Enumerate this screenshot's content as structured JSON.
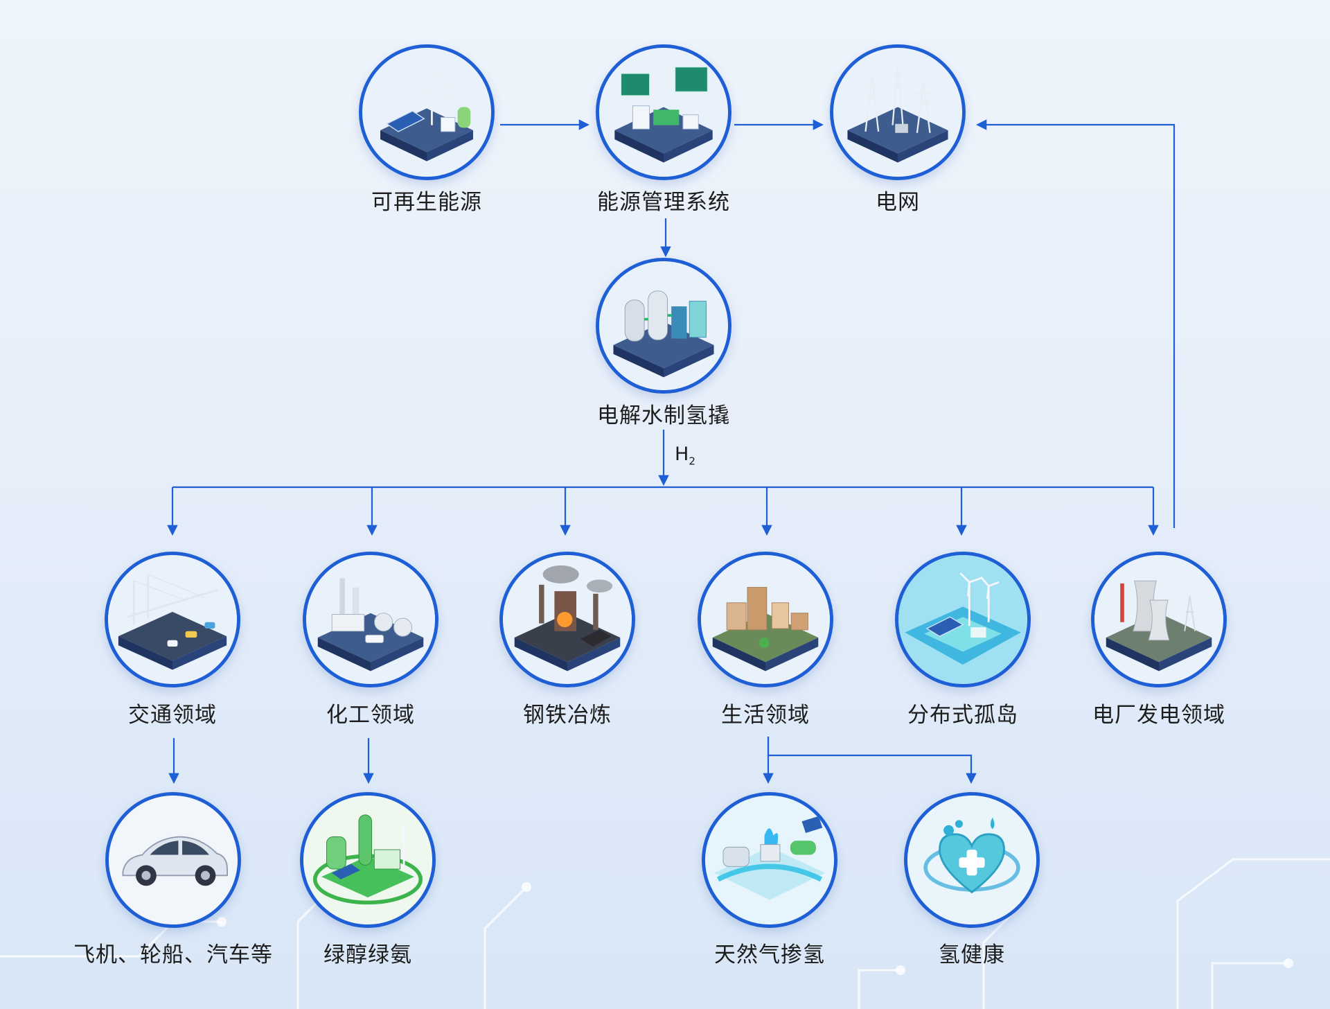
{
  "nodes": {
    "renewable": {
      "label": "可再生能源",
      "icon": "solar-wind-icon"
    },
    "ems": {
      "label": "能源管理系统",
      "icon": "control-system-icon"
    },
    "grid": {
      "label": "电网",
      "icon": "power-tower-icon"
    },
    "electrolysis": {
      "label": "电解水制氢撬",
      "icon": "electrolyzer-icon"
    },
    "transport": {
      "label": "交通领域",
      "icon": "bridge-traffic-icon"
    },
    "chemical": {
      "label": "化工领域",
      "icon": "chemical-plant-icon"
    },
    "steel": {
      "label": "钢铁冶炼",
      "icon": "steel-mill-icon"
    },
    "living": {
      "label": "生活领域",
      "icon": "city-block-icon"
    },
    "island": {
      "label": "分布式孤岛",
      "icon": "island-microgrid-icon"
    },
    "powerplant": {
      "label": "电厂发电领域",
      "icon": "cooling-tower-icon"
    },
    "vehicles": {
      "label": "飞机、轮船、汽车等",
      "icon": "car-icon"
    },
    "green_fuel": {
      "label": "绿醇绿氨",
      "icon": "green-methanol-icon"
    },
    "gas_blend": {
      "label": "天然气掺氢",
      "icon": "gas-blending-icon"
    },
    "health": {
      "label": "氢健康",
      "icon": "health-heart-icon"
    }
  },
  "h2_label": {
    "main": "H",
    "sub": "2"
  },
  "colors": {
    "arrow": "#1f5fd6",
    "ring": "#1f5fd6",
    "base": "#27406e"
  }
}
